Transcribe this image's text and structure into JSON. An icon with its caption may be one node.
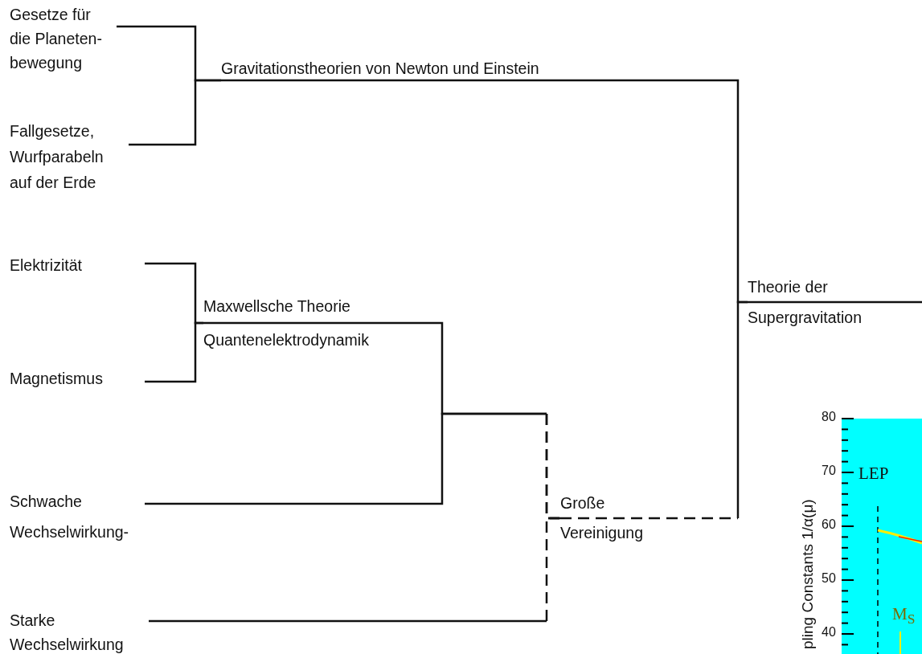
{
  "diagram": {
    "nodes": [
      {
        "text": [
          "Gesetze für die Planeten- bewegung"
        ]
      },
      {
        "text": [
          "Fallgesetze, Wurfparabeln auf der Erde"
        ]
      },
      {
        "text": [
          "Gravitationstheorien von Newton und Einstein"
        ]
      },
      {
        "text": [
          "Elektrizität"
        ]
      },
      {
        "text": [
          "Magnetismus"
        ]
      },
      {
        "text": [
          "Maxwellsche Theorie",
          "Quantenelektrodynamik"
        ]
      },
      {
        "text": [
          "Schwache Wechselwirkung-"
        ]
      },
      {
        "text": [
          "Starke Wechselwirkung"
        ]
      },
      {
        "text": [
          "Große Vereinigung"
        ]
      },
      {
        "text": [
          "Theorie der Supergravitation"
        ]
      }
    ],
    "edges": [
      {
        "from": 0,
        "to": 2,
        "arrow": "none"
      },
      {
        "from": 1,
        "to": 2,
        "arrow": "none"
      },
      {
        "from": 3,
        "to": 5,
        "arrow": "none"
      },
      {
        "from": 4,
        "to": 5,
        "arrow": "none"
      },
      {
        "from": 5,
        "to": 8,
        "arrow": "none",
        "style": "dashed"
      },
      {
        "from": 6,
        "to": 8,
        "arrow": "none",
        "style": "dashed"
      },
      {
        "from": 7,
        "to": 8,
        "arrow": "none",
        "style": "dashed"
      },
      {
        "from": 2,
        "to": 9,
        "arrow": "none"
      },
      {
        "from": 8,
        "to": 9,
        "arrow": "none",
        "style": "dashed"
      }
    ],
    "labels": [
      "80",
      "70",
      "60",
      "50",
      "40",
      "pling Constants  1/α(μ)",
      "LEP",
      "M$_{S}$"
    ]
  }
}
